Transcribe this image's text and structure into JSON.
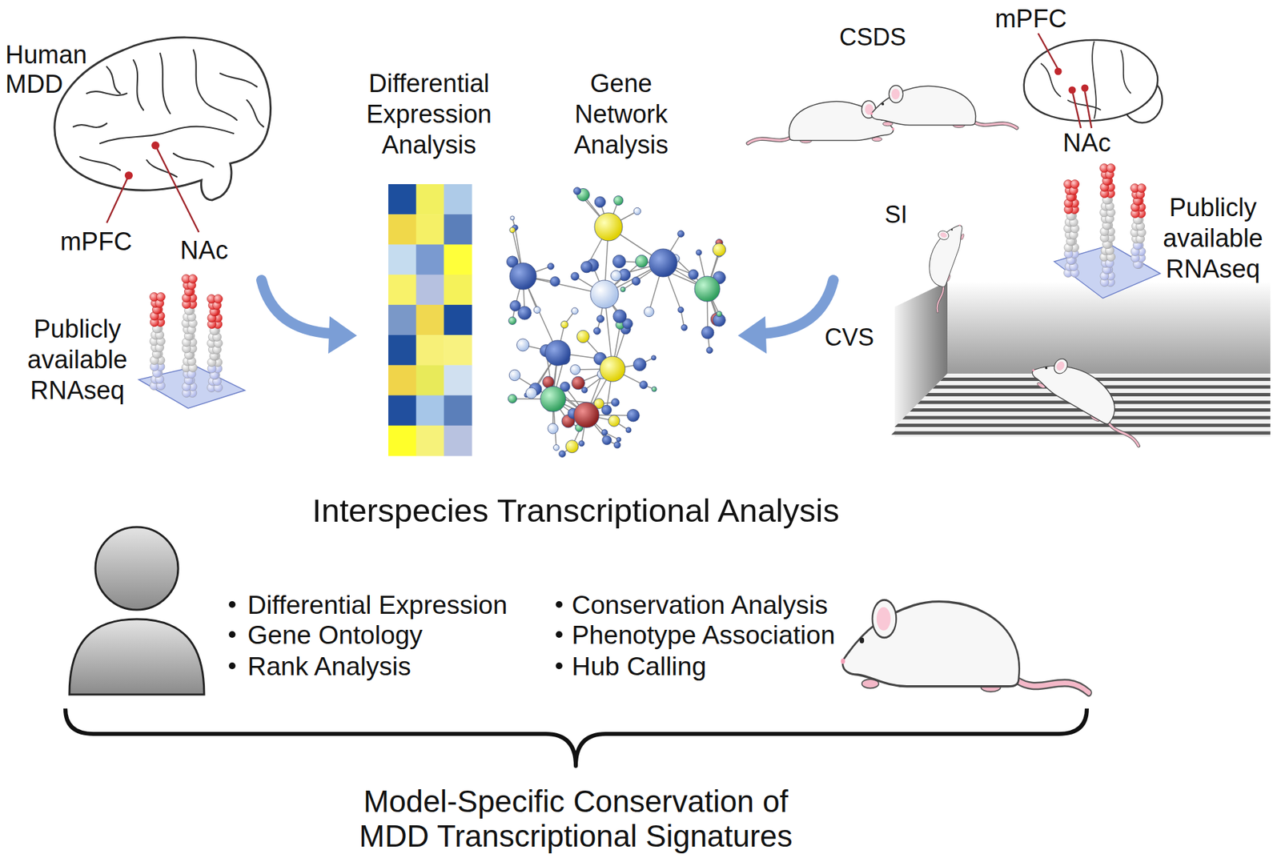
{
  "diagram": {
    "labels": [
      "Human MDD",
      "mPFC",
      "NAc",
      "Publicly available RNAseq",
      "Differential Expression Analysis",
      "Gene Network Analysis",
      "CSDS",
      "mPFC",
      "NAc",
      "SI",
      "Publicly available RNAseq",
      "CVS",
      "Interspecies Transcriptional Analysis",
      "Differential Expression",
      "Gene Ontology",
      "Rank Analysis",
      "Conservation Analysis",
      "Phenotype Association",
      "Hub Calling",
      "Model-Specific Conservation of MDD Transcriptional Signatures"
    ]
  }
}
